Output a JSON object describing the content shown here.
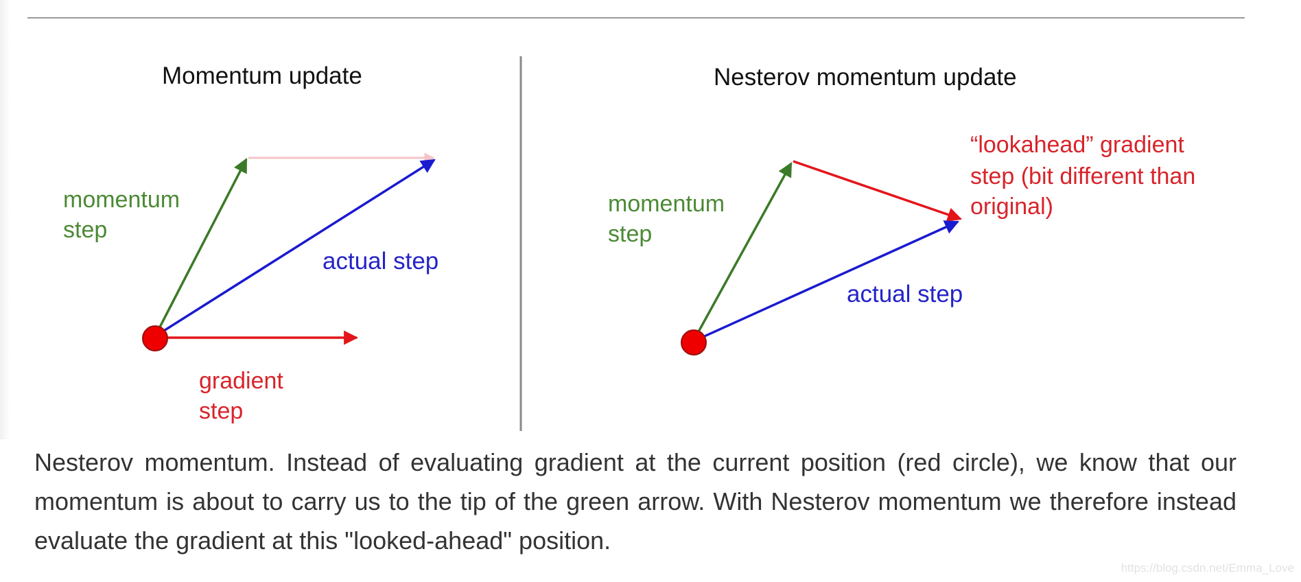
{
  "left_panel": {
    "title": "Momentum update",
    "momentum_label": [
      "momentum",
      "step"
    ],
    "actual_label": [
      "actual step"
    ],
    "gradient_label": [
      "gradient",
      "step"
    ]
  },
  "right_panel": {
    "title": "Nesterov momentum update",
    "momentum_label": [
      "momentum",
      "step"
    ],
    "lookahead_label": [
      "“lookahead” gradient",
      "step (bit different than",
      "original)"
    ],
    "actual_label": [
      "actual step"
    ]
  },
  "caption": "Nesterov momentum. Instead of evaluating gradient at the current position (red circle), we know that our momentum is about to carry us to the tip of the green arrow. With Nesterov momentum we therefore instead evaluate the gradient at this \"looked-ahead\" position.",
  "watermark": "https://blog.csdn.net/Emma_Love",
  "colors": {
    "momentum": "#3a7a28",
    "gradient": "#e3151a",
    "actual": "#1a1ad0",
    "faint_gradient": "#f4c4c8",
    "label_green": "#4b8a35",
    "label_red": "#d8242a",
    "label_blue": "#2424c8",
    "caption": "#333333",
    "divider": "#8a8a8a"
  }
}
